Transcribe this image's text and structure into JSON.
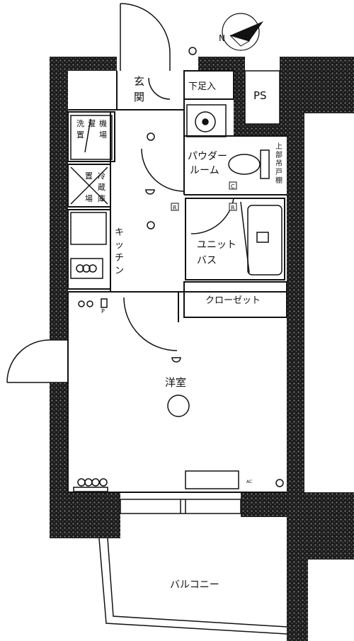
{
  "compass": {
    "north_label": "N"
  },
  "rooms": {
    "entrance": [
      "玄",
      "関"
    ],
    "shoe_storage": "下足入",
    "ps": "PS",
    "laundry_top": [
      "洗",
      "濯",
      "機"
    ],
    "laundry_bottom": [
      "置",
      "場"
    ],
    "powder_room": [
      "パウダー",
      "ルーム"
    ],
    "upper_cabinet": [
      "上",
      "部",
      "吊",
      "戸",
      "棚"
    ],
    "fridge": [
      "冷",
      "蔵",
      "庫"
    ],
    "fridge_side": [
      "置",
      "場"
    ],
    "kitchen": [
      "キ",
      "ッ",
      "チ",
      "ン"
    ],
    "unit_bath": [
      "ユニット",
      "バス"
    ],
    "closet": "クローゼット",
    "western_room": "洋室",
    "balcony": "バルコニー"
  },
  "fixtures": {
    "panel_r": "R",
    "panel_c": "C",
    "panel_p": "P",
    "ac": "AC"
  },
  "colors": {
    "wall_fill": "#3a3a3a",
    "line": "#111111"
  }
}
